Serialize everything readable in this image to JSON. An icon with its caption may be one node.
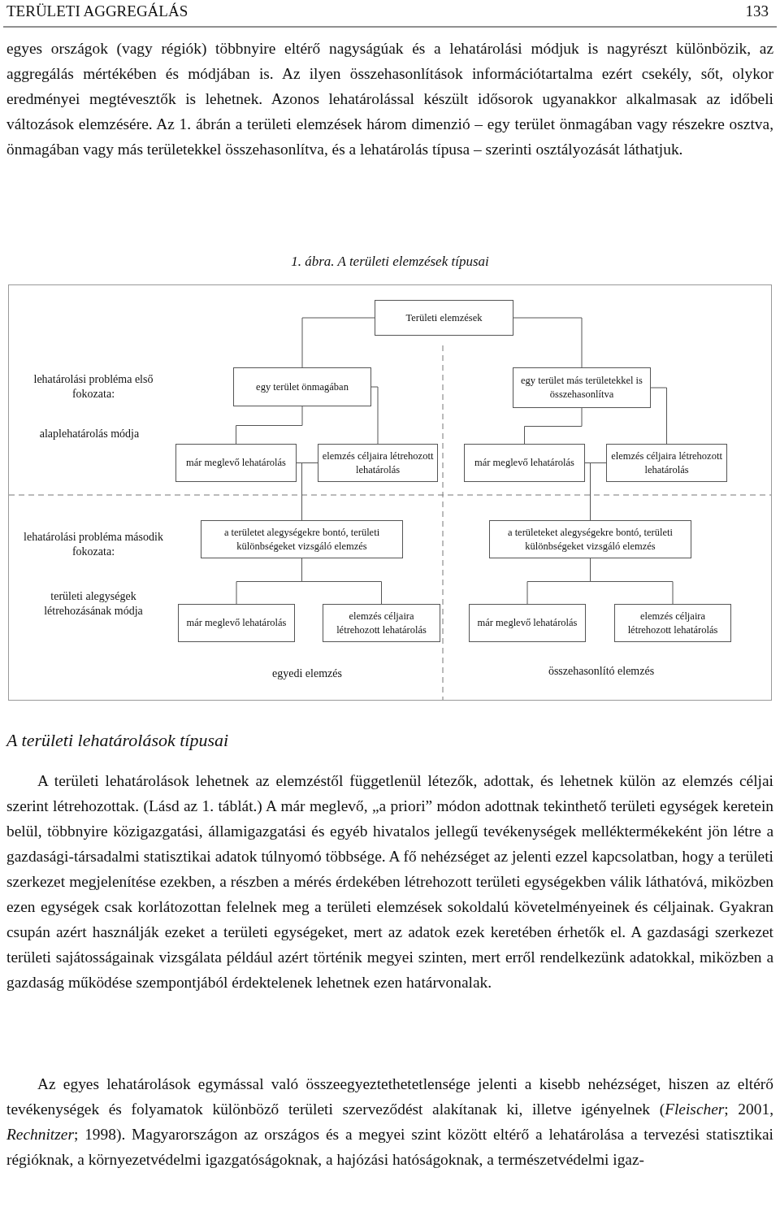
{
  "diagram": {
    "title": "1. ábra. A területi elemzések típusai",
    "nodes": [
      {
        "text": [
          "Területi elemzések"
        ]
      },
      {
        "text": [
          "egy terület önmagában"
        ]
      },
      {
        "text": [
          "egy terület más területekkel is összehasonlítva"
        ]
      },
      {
        "text": [
          "már meglevő lehatárolás"
        ]
      },
      {
        "text": [
          "elemzés céljaira létrehozott lehatárolás"
        ]
      },
      {
        "text": [
          "már meglevő lehatárolás"
        ]
      },
      {
        "text": [
          "elemzés céljaira létrehozott lehatárolás"
        ]
      },
      {
        "text": [
          "a területet alegységekre bontó, területi különbségeket vizsgáló elemzés"
        ]
      },
      {
        "text": [
          "a területeket alegységekre bontó, területi különbségeket vizsgáló elemzés"
        ]
      },
      {
        "text": [
          "már meglevő lehatárolás"
        ]
      },
      {
        "text": [
          "elemzés céljaira létrehozott lehatárolás"
        ]
      },
      {
        "text": [
          "már meglevő lehatárolás"
        ]
      },
      {
        "text": [
          "elemzés céljaira létrehozott lehatárolás"
        ]
      }
    ],
    "edges": [
      {
        "from": 0,
        "to": 1,
        "arrow": "none"
      },
      {
        "from": 0,
        "to": 2,
        "arrow": "none"
      },
      {
        "from": 1,
        "to": 3,
        "arrow": "none"
      },
      {
        "from": 1,
        "to": 4,
        "arrow": "none"
      },
      {
        "from": 2,
        "to": 5,
        "arrow": "none"
      },
      {
        "from": 2,
        "to": 6,
        "arrow": "none"
      },
      {
        "from": 3,
        "to": 7,
        "arrow": "none"
      },
      {
        "from": 4,
        "to": 7,
        "arrow": "none"
      },
      {
        "from": 5,
        "to": 8,
        "arrow": "none"
      },
      {
        "from": 6,
        "to": 8,
        "arrow": "none"
      },
      {
        "from": 7,
        "to": 9,
        "arrow": "none"
      },
      {
        "from": 7,
        "to": 10,
        "arrow": "none"
      },
      {
        "from": 8,
        "to": 11,
        "arrow": "none"
      },
      {
        "from": 8,
        "to": 12,
        "arrow": "none"
      }
    ],
    "labels": [
      "TERÜLETI AGGREGÁLÁS",
      "133",
      "egyes országok (vagy régiók) többnyire eltérő nagyságúak és a lehatárolási módjuk is nagyrészt különbözik, az aggregálás mértékében és módjában is. Az ilyen összehasonlítások információtartalma ezért csekély, sőt, olykor eredményei megtévesztők is lehetnek. Azonos lehatárolással készült idősorok ugyanakkor alkalmasak az időbeli változások elemzésére. Az 1. ábrán a területi elemzések három dimenzió – egy terület önmagában vagy részekre osztva, önmagában vagy más területekkel összehasonlítva, és a lehatárolás típusa – szerinti osztályozását láthatjuk.",
      "lehatárolási probléma első fokozata:",
      "alaplehatárolás módja",
      "lehatárolási probléma második fokozata:",
      "területi alegységek létrehozásának módja",
      "egyedi elemzés",
      "összehasonlító elemzés",
      "A területi lehatárolások típusai",
      "A területi lehatárolások lehetnek az elemzéstől függetlenül létezők, adottak, és lehetnek külön az elemzés céljai szerint létrehozottak. (Lásd az 1. táblát.) A már meglevő, „a priori” módon adottnak tekinthető területi egységek keretein belül, többnyire közigazgatási, államigazgatási és egyéb hivatalos jellegű tevékenységek melléktermékeként jön létre a gazdasági-társadalmi statisztikai adatok túlnyomó többsége. A fő nehézséget az jelenti ezzel kapcsolatban, hogy a területi szerkezet megjelenítése ezekben, a részben a mérés érdekében létrehozott területi egységekben válik láthatóvá, miközben ezen egységek csak korlátozottan felelnek meg a területi elemzések sokoldalú követelményeinek és céljainak. Gyakran csupán azért használják ezeket a területi egységeket, mert az adatok ezek keretében érhetők el. A gazdasági szerkezet területi sajátosságainak vizsgálata például azért történik megyei szinten, mert erről rendelkezünk adatokkal, miközben a gazdaság működése szempontjából érdektelenek lehetnek ezen határvonalak.",
      "Az egyes lehatárolások egymással való összeegyeztethetetlensége jelenti a kisebb nehézséget, hiszen az eltérő tevékenységek és folyamatok különböző területi szerveződést alakítanak ki, illetve igényelnek (*Fleischer*; 2001, *Rechnitzer*; 1998). Magyarországon az országos és a megyei szint között eltérő a lehatárolása a tervezési statisztikai régióknak, a környezetvédelmi igazgatóságoknak, a hajózási hatóságoknak, a természetvédelmi igaz-"
    ]
  }
}
